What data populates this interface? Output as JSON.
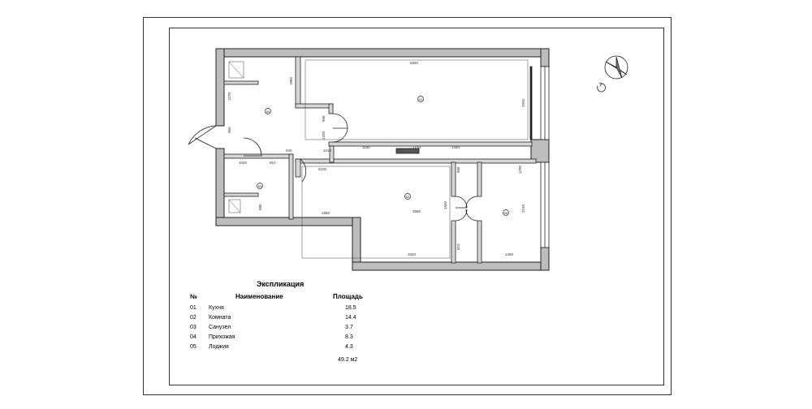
{
  "plan": {
    "room_markers": [
      "01",
      "02",
      "03",
      "04",
      "05"
    ],
    "dimensions": {
      "living_top": "5650",
      "living_right": "2925",
      "left_upper": "1270",
      "left_mid": "950",
      "small_top": "1860",
      "corridor_a": "900",
      "corridor_b": "1320",
      "kitchen_top_a": "1180",
      "kitchen_top_b": "1210",
      "kitchen_top_c": "1440",
      "bath_top_a": "1040",
      "bath_top_b": "810",
      "mid_a": "930",
      "mid_b": "1210",
      "room_top": "5100",
      "room_bottom": "3320",
      "room_left": "1950",
      "room_mid": "3560",
      "wc_bottom": "1840",
      "balcony_right": "2150",
      "balcony_top": "1290",
      "balcony_bottom": "1450",
      "bath_right": "880",
      "door_a": "900",
      "door_b": "810"
    }
  },
  "explication": {
    "title": "Экспликация",
    "headers": {
      "no": "№",
      "name": "Наименование",
      "area": "Площадь"
    },
    "rows": [
      {
        "no": "01",
        "name": "Кухня",
        "area": "18.5"
      },
      {
        "no": "02",
        "name": "Комната",
        "area": "14.4"
      },
      {
        "no": "03",
        "name": "Санузел",
        "area": "3.7"
      },
      {
        "no": "04",
        "name": "Прихожая",
        "area": "8.3"
      },
      {
        "no": "05",
        "name": "Лоджия",
        "area": "4.3"
      }
    ],
    "total": "49.2 м2"
  }
}
